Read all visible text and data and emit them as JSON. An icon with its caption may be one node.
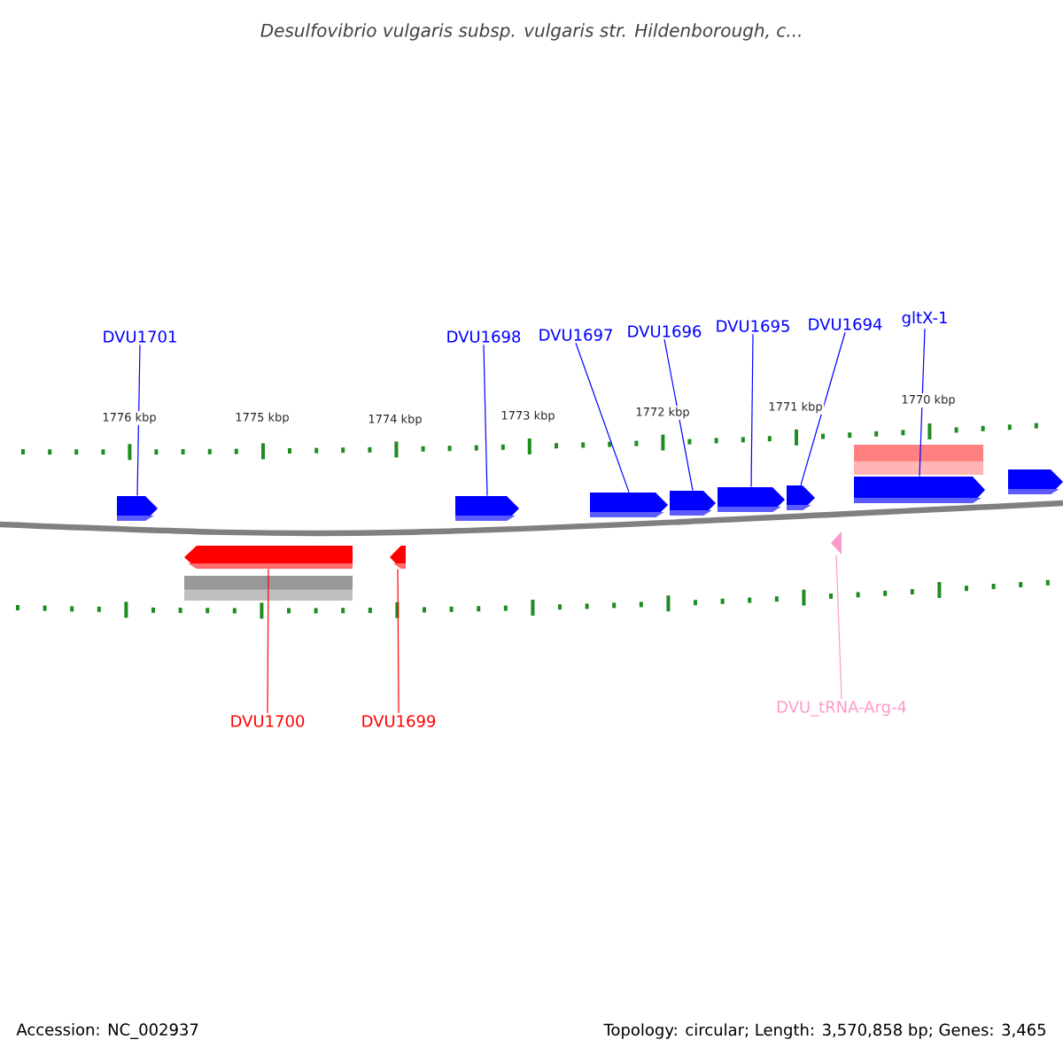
{
  "diagram": {
    "title": "Desulfovibrio vulgaris subsp. vulgaris str. Hildenborough, c...",
    "nodes": [
      {
        "text": [
          "DVU1701"
        ]
      },
      {
        "text": [
          "DVU1698"
        ]
      },
      {
        "text": [
          "DVU1697"
        ]
      },
      {
        "text": [
          "DVU1696"
        ]
      },
      {
        "text": [
          "DVU1695"
        ]
      },
      {
        "text": [
          "DVU1694"
        ]
      },
      {
        "text": [
          "gltX-1"
        ]
      },
      {
        "text": [],
        "shape": "arrow"
      },
      {
        "text": [],
        "shape": "arrow"
      },
      {
        "text": [],
        "shape": "arrow"
      },
      {
        "text": [],
        "shape": "arrow"
      },
      {
        "text": [],
        "shape": "arrow"
      },
      {
        "text": [],
        "shape": "arrow"
      },
      {
        "text": [],
        "shape": "bar"
      },
      {
        "text": [],
        "shape": "arrow"
      },
      {
        "text": [],
        "shape": "arrow"
      },
      {
        "text": [],
        "shape": "arrow"
      },
      {
        "text": [],
        "shape": "bar"
      },
      {
        "text": [],
        "shape": "arrow"
      },
      {
        "text": [],
        "shape": "triangle"
      },
      {
        "text": [
          "DVU1700"
        ]
      },
      {
        "text": [
          "DVU1699"
        ]
      },
      {
        "text": [
          "DVU_tRNA-Arg-4"
        ]
      }
    ],
    "edges": [
      {
        "from": 0,
        "to": 7,
        "arrow": "none"
      },
      {
        "from": 1,
        "to": 8,
        "arrow": "none"
      },
      {
        "from": 2,
        "to": 9,
        "arrow": "none"
      },
      {
        "from": 3,
        "to": 10,
        "arrow": "none"
      },
      {
        "from": 4,
        "to": 11,
        "arrow": "none"
      },
      {
        "from": 5,
        "to": 12,
        "arrow": "none"
      },
      {
        "from": 6,
        "to": 14,
        "arrow": "none"
      },
      {
        "from": 20,
        "to": 16,
        "arrow": "none",
        "color": "#ff0000"
      },
      {
        "from": 21,
        "to": 18,
        "arrow": "none",
        "color": "#ff0000"
      },
      {
        "from": 22,
        "to": 19,
        "arrow": "none",
        "color": "#ff99cc"
      }
    ],
    "labels": [
      "1776 kbp",
      "1775 kbp",
      "1774 kbp",
      "1773 kbp",
      "1772 kbp",
      "1771 kbp",
      "1770 kbp",
      "Accession: NC_002937",
      "Topology: circular; Length: 3,570,858 bp; Genes: 3,465"
    ]
  }
}
